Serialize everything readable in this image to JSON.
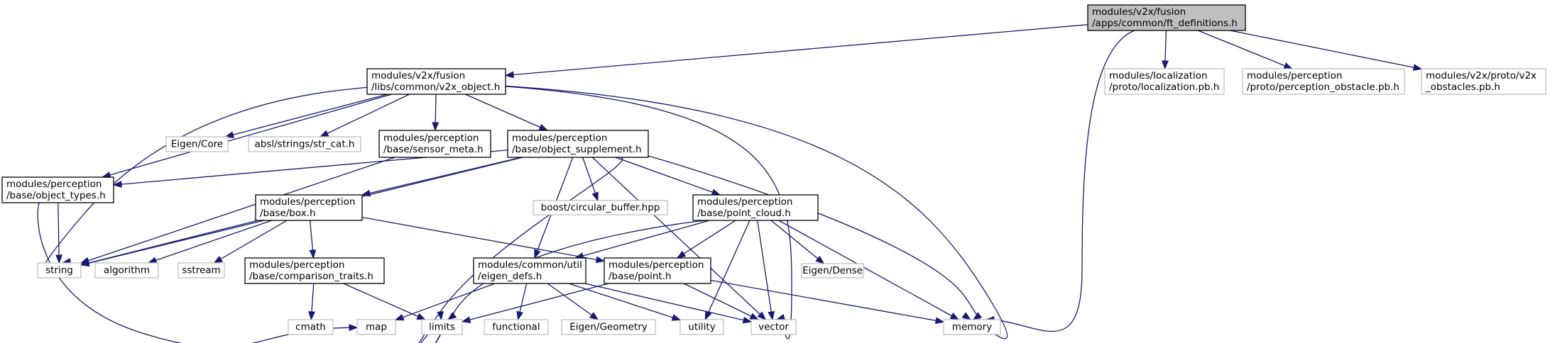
{
  "colors": {
    "edge": "#191970",
    "root_fill": "#bfbfbf",
    "doc_border": "#000000",
    "ext_border": "#bfbfbf"
  },
  "nodes": [
    {
      "id": "ft_definitions",
      "lines": [
        "modules/v2x/fusion",
        "/apps/common/ft_definitions.h"
      ],
      "kind": "root"
    },
    {
      "id": "v2x_object",
      "lines": [
        "modules/v2x/fusion",
        "/libs/common/v2x_object.h"
      ],
      "kind": "doc"
    },
    {
      "id": "localization_pb",
      "lines": [
        "modules/localization",
        "/proto/localization.pb.h"
      ],
      "kind": "ext"
    },
    {
      "id": "perception_obstacle_pb",
      "lines": [
        "modules/perception",
        "/proto/perception_obstacle.pb.h"
      ],
      "kind": "ext"
    },
    {
      "id": "v2x_obstacles_pb",
      "lines": [
        "modules/v2x/proto/v2x",
        "_obstacles.pb.h"
      ],
      "kind": "ext"
    },
    {
      "id": "eigen_core",
      "lines": [
        "Eigen/Core"
      ],
      "kind": "ext"
    },
    {
      "id": "str_cat",
      "lines": [
        "absl/strings/str_cat.h"
      ],
      "kind": "ext"
    },
    {
      "id": "sensor_meta",
      "lines": [
        "modules/perception",
        "/base/sensor_meta.h"
      ],
      "kind": "doc"
    },
    {
      "id": "object_supplement",
      "lines": [
        "modules/perception",
        "/base/object_supplement.h"
      ],
      "kind": "doc"
    },
    {
      "id": "object_types",
      "lines": [
        "modules/perception",
        "/base/object_types.h"
      ],
      "kind": "doc"
    },
    {
      "id": "box",
      "lines": [
        "modules/perception",
        "/base/box.h"
      ],
      "kind": "doc"
    },
    {
      "id": "circular_buffer",
      "lines": [
        "boost/circular_buffer.hpp"
      ],
      "kind": "ext"
    },
    {
      "id": "point_cloud",
      "lines": [
        "modules/perception",
        "/base/point_cloud.h"
      ],
      "kind": "doc"
    },
    {
      "id": "string",
      "lines": [
        "string"
      ],
      "kind": "ext"
    },
    {
      "id": "algorithm",
      "lines": [
        "algorithm"
      ],
      "kind": "ext"
    },
    {
      "id": "sstream",
      "lines": [
        "sstream"
      ],
      "kind": "ext"
    },
    {
      "id": "comparison_traits",
      "lines": [
        "modules/perception",
        "/base/comparison_traits.h"
      ],
      "kind": "doc"
    },
    {
      "id": "eigen_defs",
      "lines": [
        "modules/common/util",
        "/eigen_defs.h"
      ],
      "kind": "doc"
    },
    {
      "id": "point",
      "lines": [
        "modules/perception",
        "/base/point.h"
      ],
      "kind": "doc"
    },
    {
      "id": "eigen_dense",
      "lines": [
        "Eigen/Dense"
      ],
      "kind": "ext"
    },
    {
      "id": "cmath",
      "lines": [
        "cmath"
      ],
      "kind": "ext"
    },
    {
      "id": "map",
      "lines": [
        "map"
      ],
      "kind": "ext"
    },
    {
      "id": "limits",
      "lines": [
        "limits"
      ],
      "kind": "ext"
    },
    {
      "id": "functional",
      "lines": [
        "functional"
      ],
      "kind": "ext"
    },
    {
      "id": "eigen_geometry",
      "lines": [
        "Eigen/Geometry"
      ],
      "kind": "ext"
    },
    {
      "id": "utility",
      "lines": [
        "utility"
      ],
      "kind": "ext"
    },
    {
      "id": "vector",
      "lines": [
        "vector"
      ],
      "kind": "ext"
    },
    {
      "id": "memory",
      "lines": [
        "memory"
      ],
      "kind": "ext"
    }
  ],
  "edges": [
    {
      "from": "ft_definitions",
      "to": "v2x_object"
    },
    {
      "from": "ft_definitions",
      "to": "memory"
    },
    {
      "from": "ft_definitions",
      "to": "localization_pb"
    },
    {
      "from": "ft_definitions",
      "to": "perception_obstacle_pb"
    },
    {
      "from": "ft_definitions",
      "to": "v2x_obstacles_pb"
    },
    {
      "from": "v2x_object",
      "to": "eigen_core"
    },
    {
      "from": "v2x_object",
      "to": "str_cat"
    },
    {
      "from": "v2x_object",
      "to": "sensor_meta"
    },
    {
      "from": "v2x_object",
      "to": "object_supplement"
    },
    {
      "from": "v2x_object",
      "to": "object_types"
    },
    {
      "from": "v2x_object",
      "to": "string"
    },
    {
      "from": "v2x_object",
      "to": "vector"
    },
    {
      "from": "v2x_object",
      "to": "memory"
    },
    {
      "from": "sensor_meta",
      "to": "string"
    },
    {
      "from": "object_supplement",
      "to": "object_types"
    },
    {
      "from": "object_supplement",
      "to": "string"
    },
    {
      "from": "object_supplement",
      "to": "box"
    },
    {
      "from": "object_supplement",
      "to": "circular_buffer"
    },
    {
      "from": "object_supplement",
      "to": "point_cloud"
    },
    {
      "from": "object_supplement",
      "to": "eigen_defs"
    },
    {
      "from": "object_supplement",
      "to": "limits"
    },
    {
      "from": "object_supplement",
      "to": "vector"
    },
    {
      "from": "object_supplement",
      "to": "memory"
    },
    {
      "from": "object_types",
      "to": "string"
    },
    {
      "from": "object_types",
      "to": "map"
    },
    {
      "from": "box",
      "to": "string"
    },
    {
      "from": "box",
      "to": "algorithm"
    },
    {
      "from": "box",
      "to": "sstream"
    },
    {
      "from": "box",
      "to": "comparison_traits"
    },
    {
      "from": "box",
      "to": "point"
    },
    {
      "from": "comparison_traits",
      "to": "cmath"
    },
    {
      "from": "comparison_traits",
      "to": "limits"
    },
    {
      "from": "point_cloud",
      "to": "eigen_defs"
    },
    {
      "from": "point_cloud",
      "to": "point"
    },
    {
      "from": "point_cloud",
      "to": "eigen_dense"
    },
    {
      "from": "point_cloud",
      "to": "limits"
    },
    {
      "from": "point_cloud",
      "to": "utility"
    },
    {
      "from": "point_cloud",
      "to": "vector"
    },
    {
      "from": "point_cloud",
      "to": "memory"
    },
    {
      "from": "eigen_defs",
      "to": "map"
    },
    {
      "from": "eigen_defs",
      "to": "functional"
    },
    {
      "from": "eigen_defs",
      "to": "eigen_geometry"
    },
    {
      "from": "eigen_defs",
      "to": "utility"
    },
    {
      "from": "eigen_defs",
      "to": "vector"
    },
    {
      "from": "point",
      "to": "limits"
    },
    {
      "from": "point",
      "to": "vector"
    },
    {
      "from": "point",
      "to": "memory"
    }
  ]
}
